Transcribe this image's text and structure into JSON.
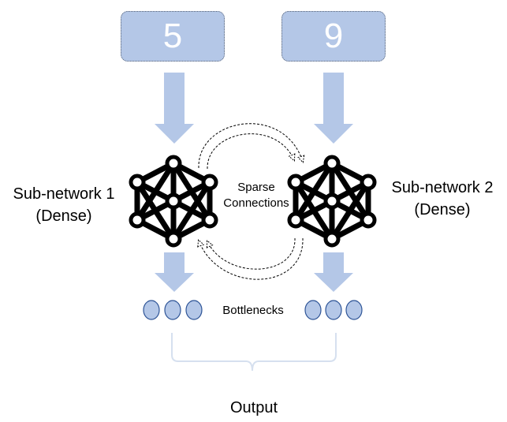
{
  "inputs": {
    "left_digit": "5",
    "right_digit": "9"
  },
  "labels": {
    "subnet1_line1": "Sub-network 1",
    "subnet1_line2": "(Dense)",
    "subnet2_line1": "Sub-network 2",
    "subnet2_line2": "(Dense)",
    "sparse_line1": "Sparse",
    "sparse_line2": "Connections",
    "bottlenecks": "Bottlenecks",
    "output": "Output"
  },
  "colors": {
    "box_fill": "#b4c7e7",
    "arrow_fill": "#b4c7e7",
    "bottleneck_fill": "#b4c7e7",
    "bottleneck_stroke": "#2f5597",
    "network_stroke": "#000000",
    "brace_stroke": "#d6e0ef",
    "dashed_stroke": "#000000"
  },
  "icons": {
    "network": "neural-network-icon"
  }
}
